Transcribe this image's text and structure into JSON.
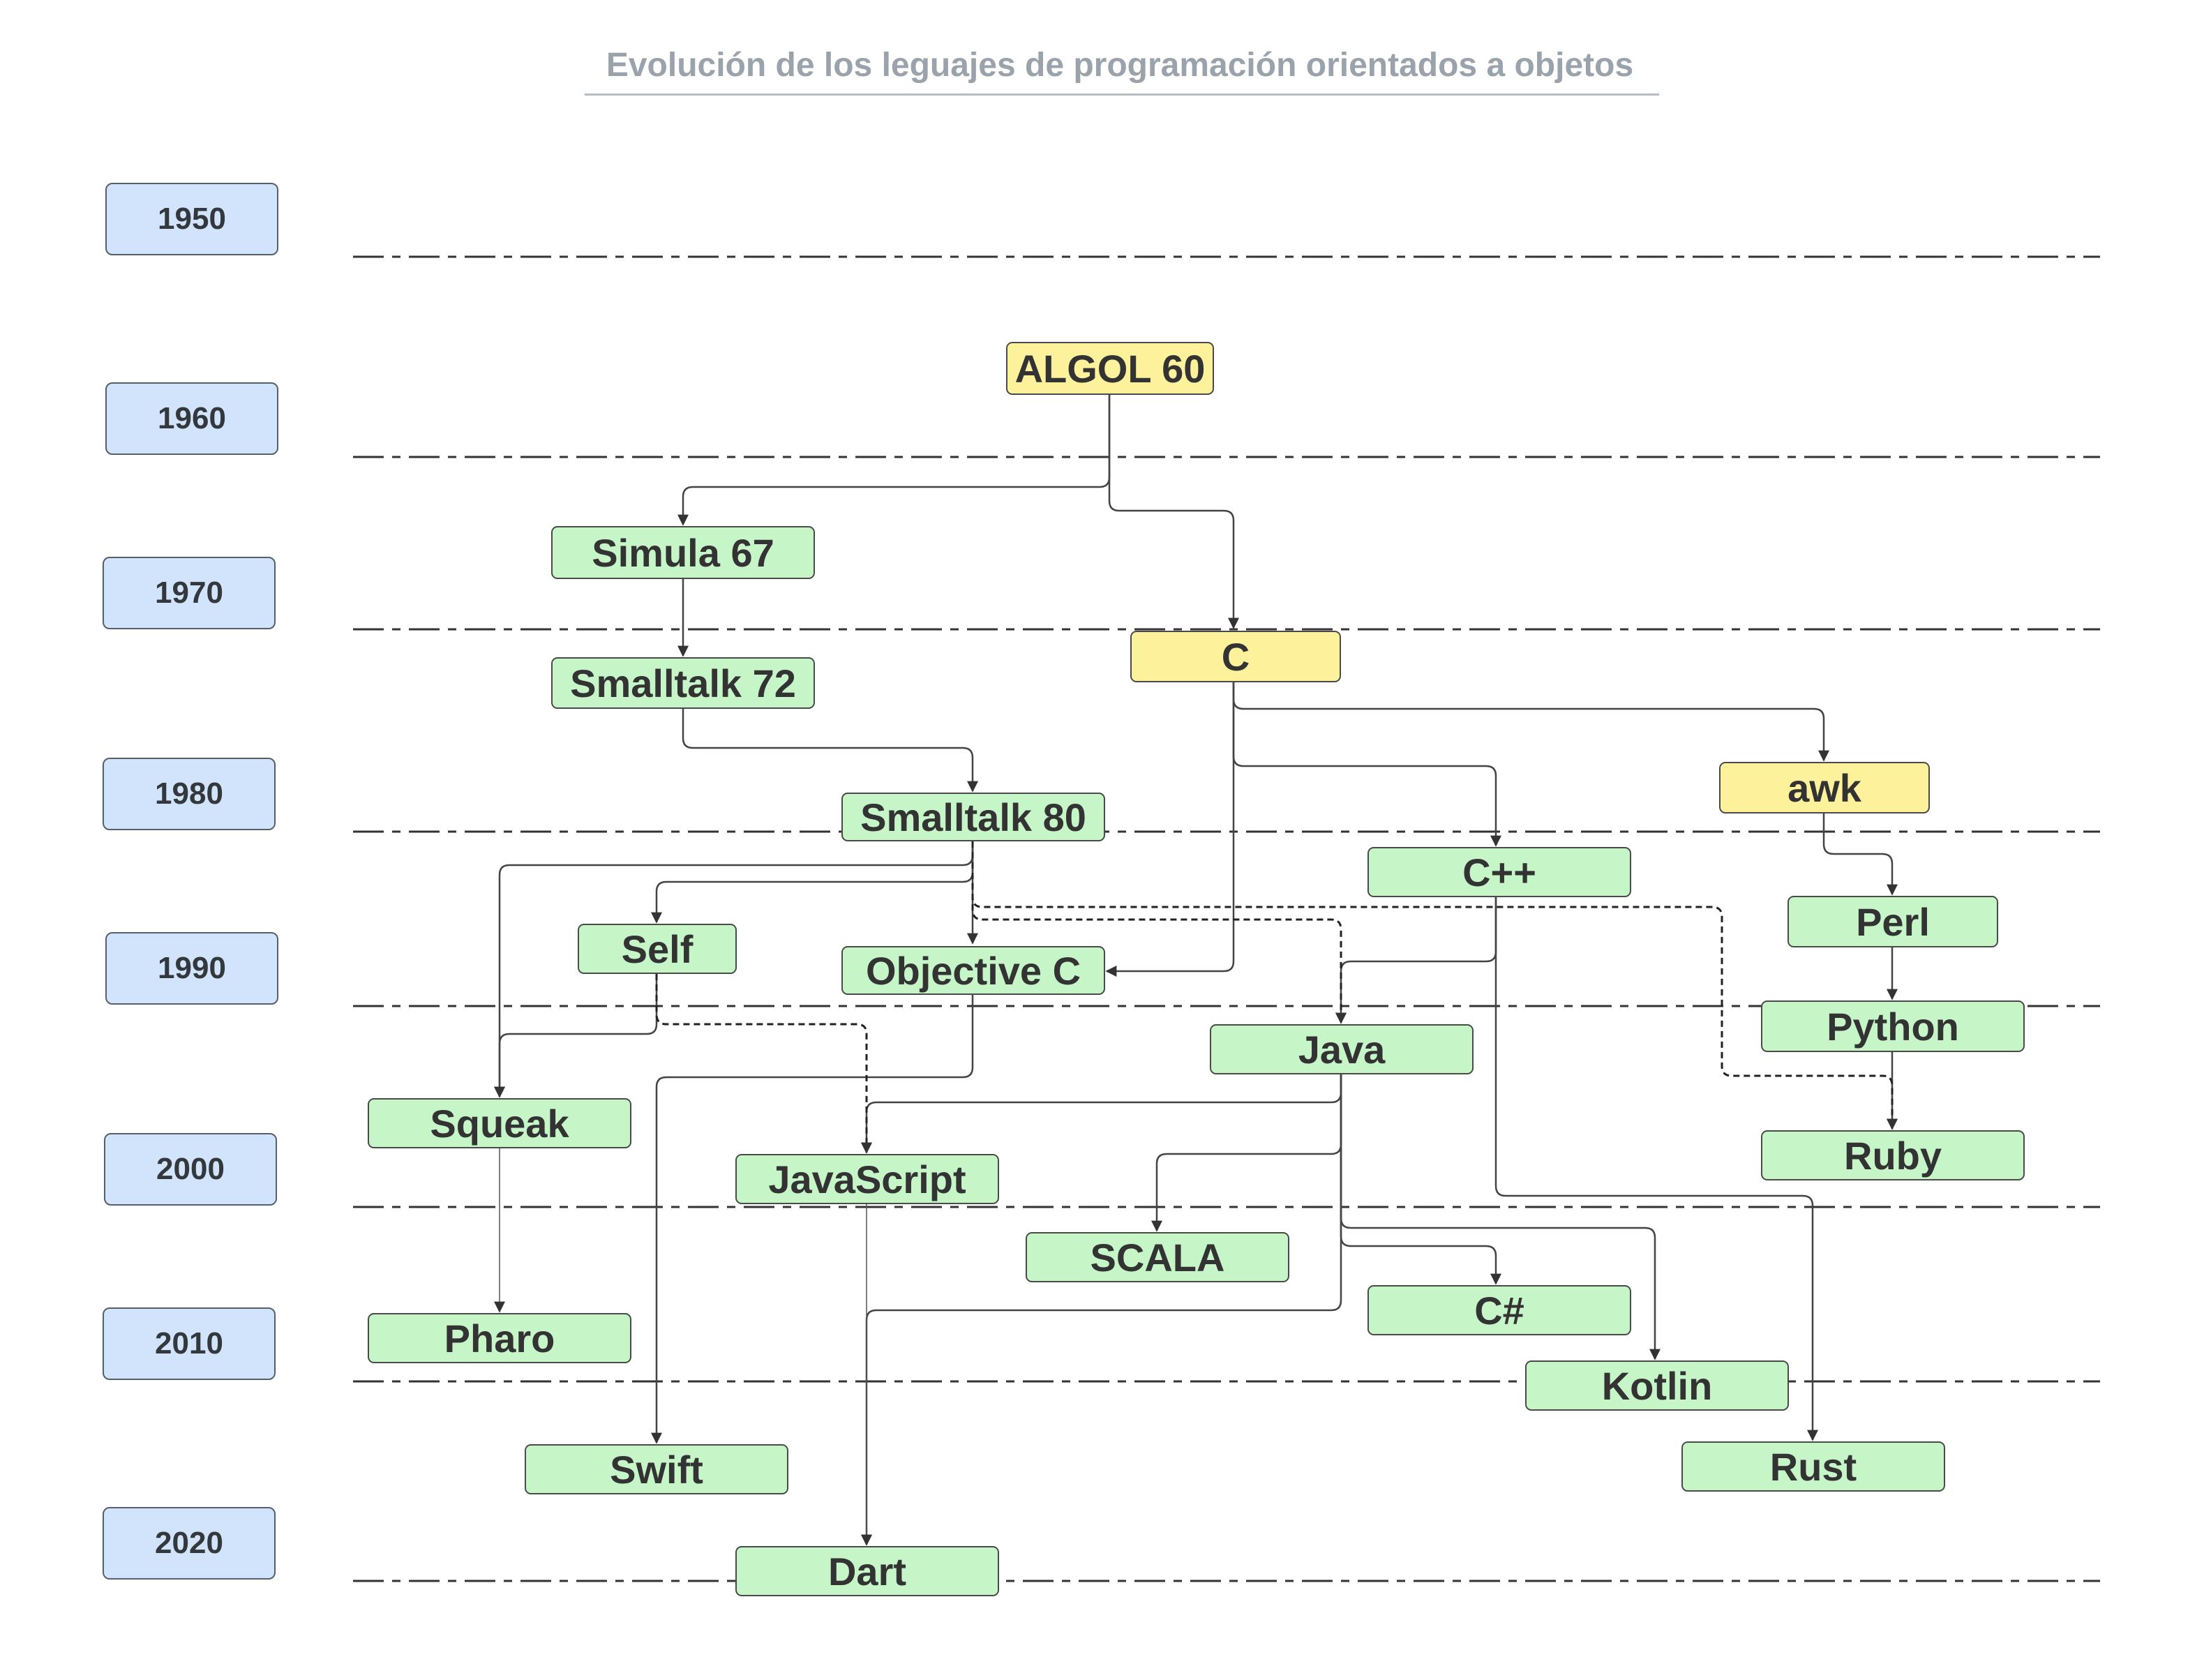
{
  "title": "Evolución de los leguajes de programación orientados a objetos",
  "colors": {
    "year_box": "#d2e4fb",
    "language_box": "#c6f6c8",
    "base_language_box": "#fdf19c",
    "title": "#9aa2ab"
  },
  "years": [
    "1950",
    "1960",
    "1970",
    "1980",
    "1990",
    "2000",
    "2010",
    "2020"
  ],
  "languages": {
    "algol60": "ALGOL 60",
    "simula67": "Simula 67",
    "c": "C",
    "smalltalk72": "Smalltalk 72",
    "smalltalk80": "Smalltalk 80",
    "awk": "awk",
    "cpp": "C++",
    "perl": "Perl",
    "self": "Self",
    "objc": "Objective C",
    "python": "Python",
    "java": "Java",
    "squeak": "Squeak",
    "ruby": "Ruby",
    "javascript": "JavaScript",
    "scala": "SCALA",
    "csharp": "C#",
    "pharo": "Pharo",
    "kotlin": "Kotlin",
    "swift": "Swift",
    "rust": "Rust",
    "dart": "Dart"
  }
}
